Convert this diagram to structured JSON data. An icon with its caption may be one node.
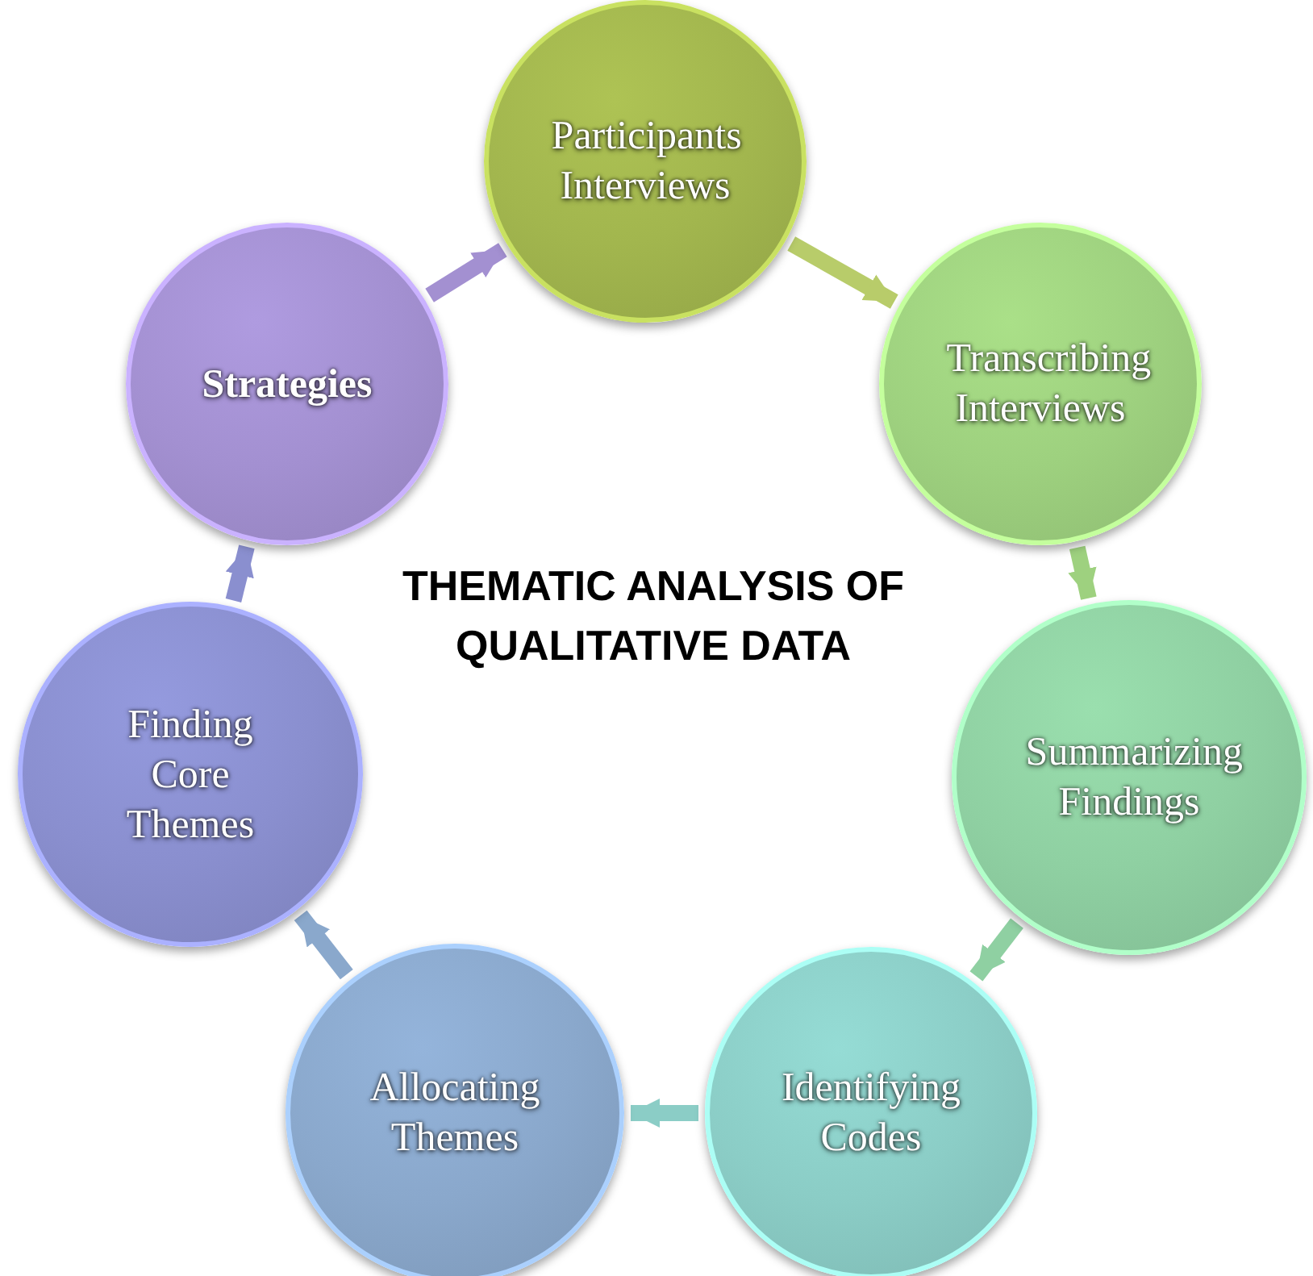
{
  "diagram": {
    "title": "THEMATIC ANALYSIS OF QUALITATIVE DATA",
    "nodes": [
      {
        "text": [
          "Participants Interviews"
        ]
      },
      {
        "text": [
          "Transcribing Interviews"
        ]
      },
      {
        "text": [
          "Summarizing Findings"
        ]
      },
      {
        "text": [
          "Identifying Codes"
        ]
      },
      {
        "text": [
          "Allocating Themes"
        ]
      },
      {
        "text": [
          "Finding Core Themes"
        ]
      },
      {
        "text": [
          "Strategies"
        ]
      }
    ],
    "edges": [
      {
        "from": 0,
        "to": 1,
        "arrow": "to",
        "color": "#b8cc6a"
      },
      {
        "from": 1,
        "to": 2,
        "arrow": "to",
        "color": "#9ed17f"
      },
      {
        "from": 2,
        "to": 3,
        "arrow": "to",
        "color": "#8fd0a2"
      },
      {
        "from": 3,
        "to": 4,
        "arrow": "to",
        "color": "#8bcdc6"
      },
      {
        "from": 4,
        "to": 5,
        "arrow": "to",
        "color": "#8aa8cc"
      },
      {
        "from": 5,
        "to": 6,
        "arrow": "to",
        "color": "#8a8fcf"
      },
      {
        "from": 6,
        "to": 0,
        "arrow": "to",
        "color": "#a390d1"
      }
    ]
  }
}
